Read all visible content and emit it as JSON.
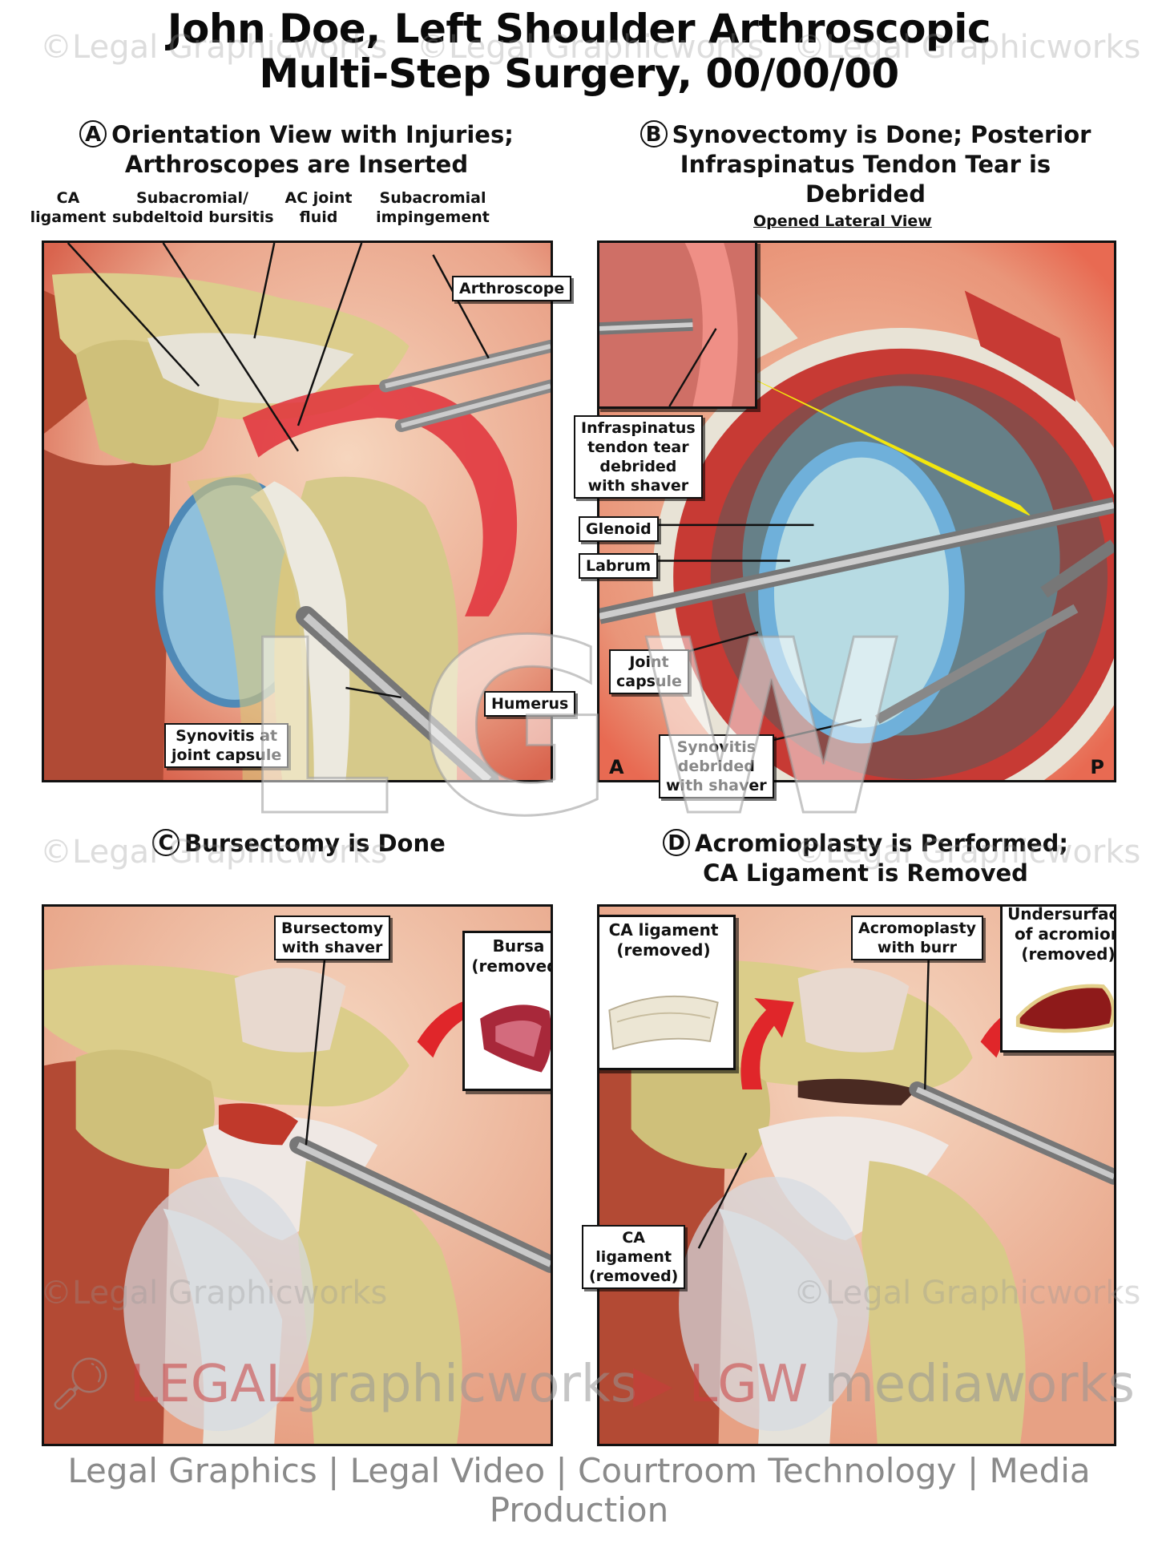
{
  "title": {
    "line1": "John Doe, Left Shoulder Arthroscopic",
    "line2": "Multi-Step Surgery, 00/00/00"
  },
  "panels": {
    "a": {
      "letter": "A",
      "title1": "Orientation View with Injuries;",
      "title2": "Arthroscopes are Inserted",
      "labels": {
        "ca_ligament": "CA\nligament",
        "bursitis": "Subacromial/\nsubdeltoid bursitis",
        "ac_fluid": "AC joint\nfluid",
        "impingement": "Subacromial\nimpingement",
        "arthroscope": "Arthroscope",
        "humerus": "Humerus",
        "synovitis": "Synovitis at\njoint capsule"
      }
    },
    "b": {
      "letter": "B",
      "title1": "Synovectomy is Done; Posterior",
      "title2": "Infraspinatus Tendon Tear is Debrided",
      "view": "Opened Lateral View",
      "labels": {
        "infraspinatus": "Infraspinatus\ntendon tear\ndebrided\nwith shaver",
        "glenoid": "Glenoid",
        "labrum": "Labrum",
        "joint_capsule": "Joint\ncapsule",
        "synovitis": "Synovitis\ndebrided\nwith shaver"
      },
      "corner_left": "A",
      "corner_right": "P"
    },
    "c": {
      "letter": "C",
      "title1": "Bursectomy is Done",
      "labels": {
        "bursectomy": "Bursectomy\nwith shaver",
        "bursa": "Bursa\n(removed)"
      }
    },
    "d": {
      "letter": "D",
      "title1": "Acromioplasty is Performed;",
      "title2": "CA Ligament is Removed",
      "labels": {
        "ca_removed_inset": "CA ligament\n(removed)",
        "acromoplasty": "Acromoplasty\nwith burr",
        "undersurface": "Undersurface\nof acromion\n(removed)",
        "ca_removed": "CA\nligament\n(removed)"
      }
    }
  },
  "watermark": "©Legal Graphicworks",
  "big_watermark": "LGW",
  "brand_left": {
    "part1": "LEGAL",
    "part2": "graphicworks"
  },
  "brand_right": {
    "part1": "LGW",
    "part2": "mediaworks"
  },
  "footer": "Legal Graphics | Legal Video | Courtroom Technology | Media Production",
  "colors": {
    "tissue_red": "#c0392b",
    "bone": "#d9cd8a",
    "cartilage_blue": "#7fb6d8",
    "skin": "#f2c8a4"
  }
}
